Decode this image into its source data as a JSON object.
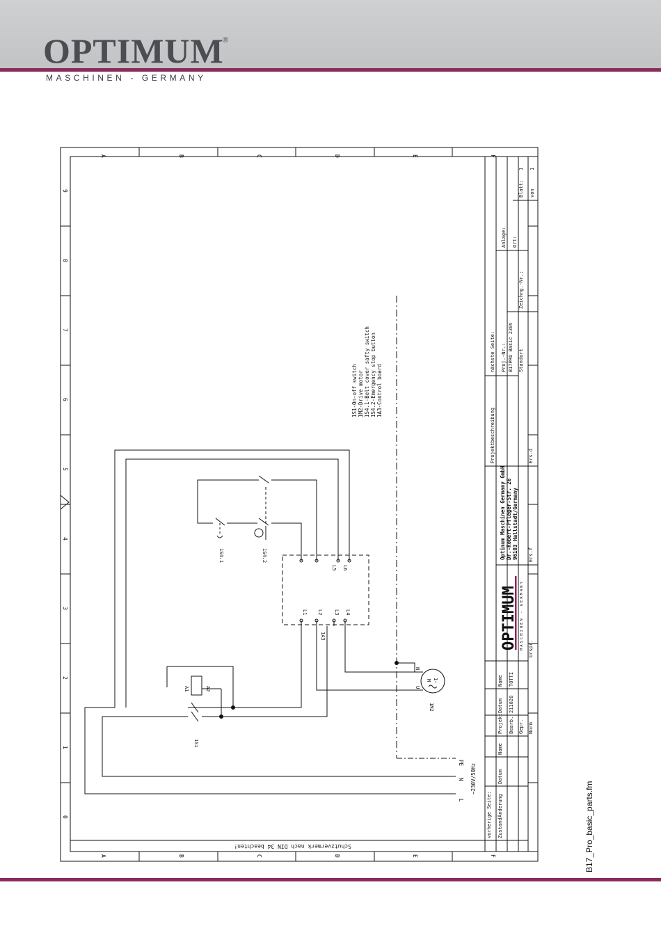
{
  "header": {
    "logo_word": "OPTIMUM",
    "logo_reg": "®",
    "logo_sub": "MASCHINEN - GERMANY"
  },
  "footer": {
    "file_name": "B17_Pro_basic_parts.fm"
  },
  "drawing": {
    "zones_letters": [
      "A",
      "B",
      "C",
      "D",
      "E",
      "F"
    ],
    "zones_numbers": [
      "0",
      "1",
      "2",
      "3",
      "4",
      "5",
      "6",
      "7",
      "8",
      "9"
    ],
    "protection_note": "Schutzvermerk nach DIN 34 beachten!",
    "legend": [
      "1S1-On-off switch",
      "1M2-Drive motor",
      "1S4.1-Belt cover safty switch",
      "1S4.2-Emergency stop button",
      "1A3-Control board"
    ],
    "supply": {
      "voltage": "~230V/50Hz",
      "l": "L",
      "n": "N",
      "pe": "PE"
    },
    "components": {
      "switch": "1S1",
      "coil_a1": "A1",
      "coil_a2": "A2",
      "safety_switch": "1S4.1",
      "emergency_stop": "1S4.2",
      "board": "1A3",
      "board_terminals": [
        "L1",
        "L2",
        "L3",
        "L4",
        "L5",
        "L6"
      ],
      "motor": "1M2",
      "motor_symbol": "M",
      "motor_phase": "1~",
      "motor_u": "U",
      "motor_n": "N"
    },
    "title_block": {
      "prev_page": "vorherige Seite:",
      "next_page": "nächste Seite:",
      "project_desc": "Projektbeschreibung",
      "plant": "Anlage:",
      "location": "Ort:",
      "proj_no_label": "Proj.-Nr.:",
      "proj_no": "B17PRO Basic 230V",
      "site": "Standort",
      "drawing_no": "Zeichng.-Nr.:",
      "sheet": "Blatt:",
      "sheet_no": "1",
      "of": "von",
      "of_no": "1",
      "company": "Optimum Maschinen Germany GmbH",
      "street": "Dr.-Robert-Pfleger-Str. 26",
      "city": "96103 Hallstadt/Germany",
      "ers_d": "Ers.d",
      "ers_f": "Ers.f",
      "urspr": "Urspr.",
      "state": "Zustand",
      "change": "Änderung",
      "date_h": "Datum",
      "name_h": "Name",
      "project_h": "Projekt",
      "date2_h": "Datum",
      "name2_h": "Name",
      "edited": "Bearb.",
      "edited_date": "211020",
      "edited_name": "TOTTI",
      "checked": "Gepr.",
      "norm": "Norm"
    }
  }
}
